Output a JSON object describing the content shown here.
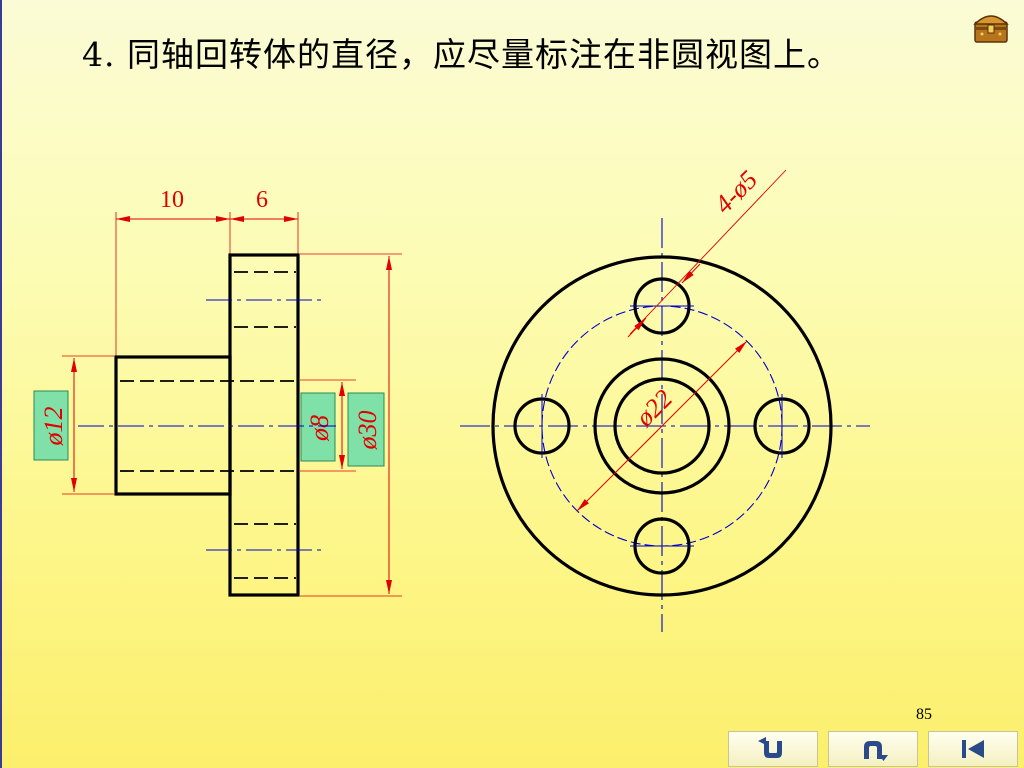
{
  "slide": {
    "title": "4. 同轴回转体的直径，应尽量标注在非圆视图上。",
    "page_number": "85"
  },
  "drawing": {
    "side_view": {
      "dim_hub_length": "10",
      "dim_flange_thickness": "6",
      "dim_hub_diameter": "ø12",
      "dim_bore_diameter": "ø8",
      "dim_flange_diameter": "ø30"
    },
    "front_view": {
      "dim_holes": "4-ø5",
      "dim_pitch_circle": "ø22"
    }
  },
  "colors": {
    "outline": "#000000",
    "dimension": "#e00000",
    "centerline": "#0000cc",
    "highlight_box": "#7fe0a8"
  },
  "icons": [
    "chest-icon",
    "return-icon",
    "back-icon",
    "first-page-icon"
  ]
}
